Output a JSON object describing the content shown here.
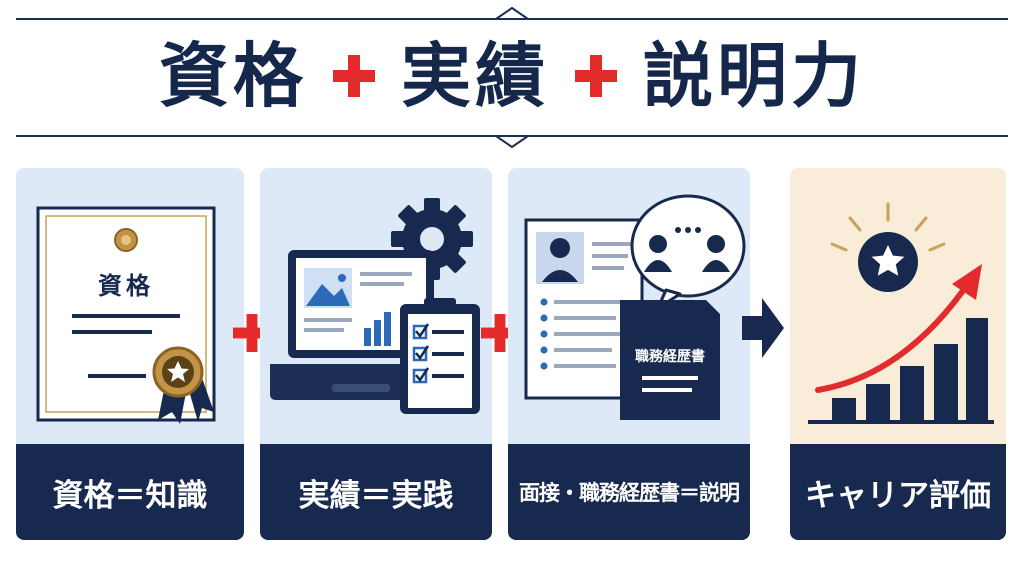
{
  "title": {
    "word1": "資格",
    "word2": "実績",
    "word3": "説明力"
  },
  "panels": [
    {
      "art_label": "資格",
      "caption": "資格＝知識"
    },
    {
      "caption": "実績＝実践"
    },
    {
      "art_label": "職務経歴書",
      "caption": "面接・職務経歴書＝説明"
    },
    {
      "caption": "キャリア評価"
    }
  ],
  "icons": {
    "plus": "plus-icon",
    "arrow": "arrow-right-icon",
    "certificate": "certificate-icon",
    "laptop": "laptop-icon",
    "gear": "gear-icon",
    "checklist": "clipboard-checklist-icon",
    "profile": "profile-card-icon",
    "chat": "chat-bubble-icon",
    "document": "resume-document-icon",
    "star": "star-badge-icon",
    "growth": "growth-chart-icon"
  },
  "colors": {
    "navy": "#17294f",
    "accent_red": "#e32b2b",
    "gold": "#b78a3e",
    "panel_blue": "#dde9f7",
    "panel_cream": "#f9ecd9"
  }
}
